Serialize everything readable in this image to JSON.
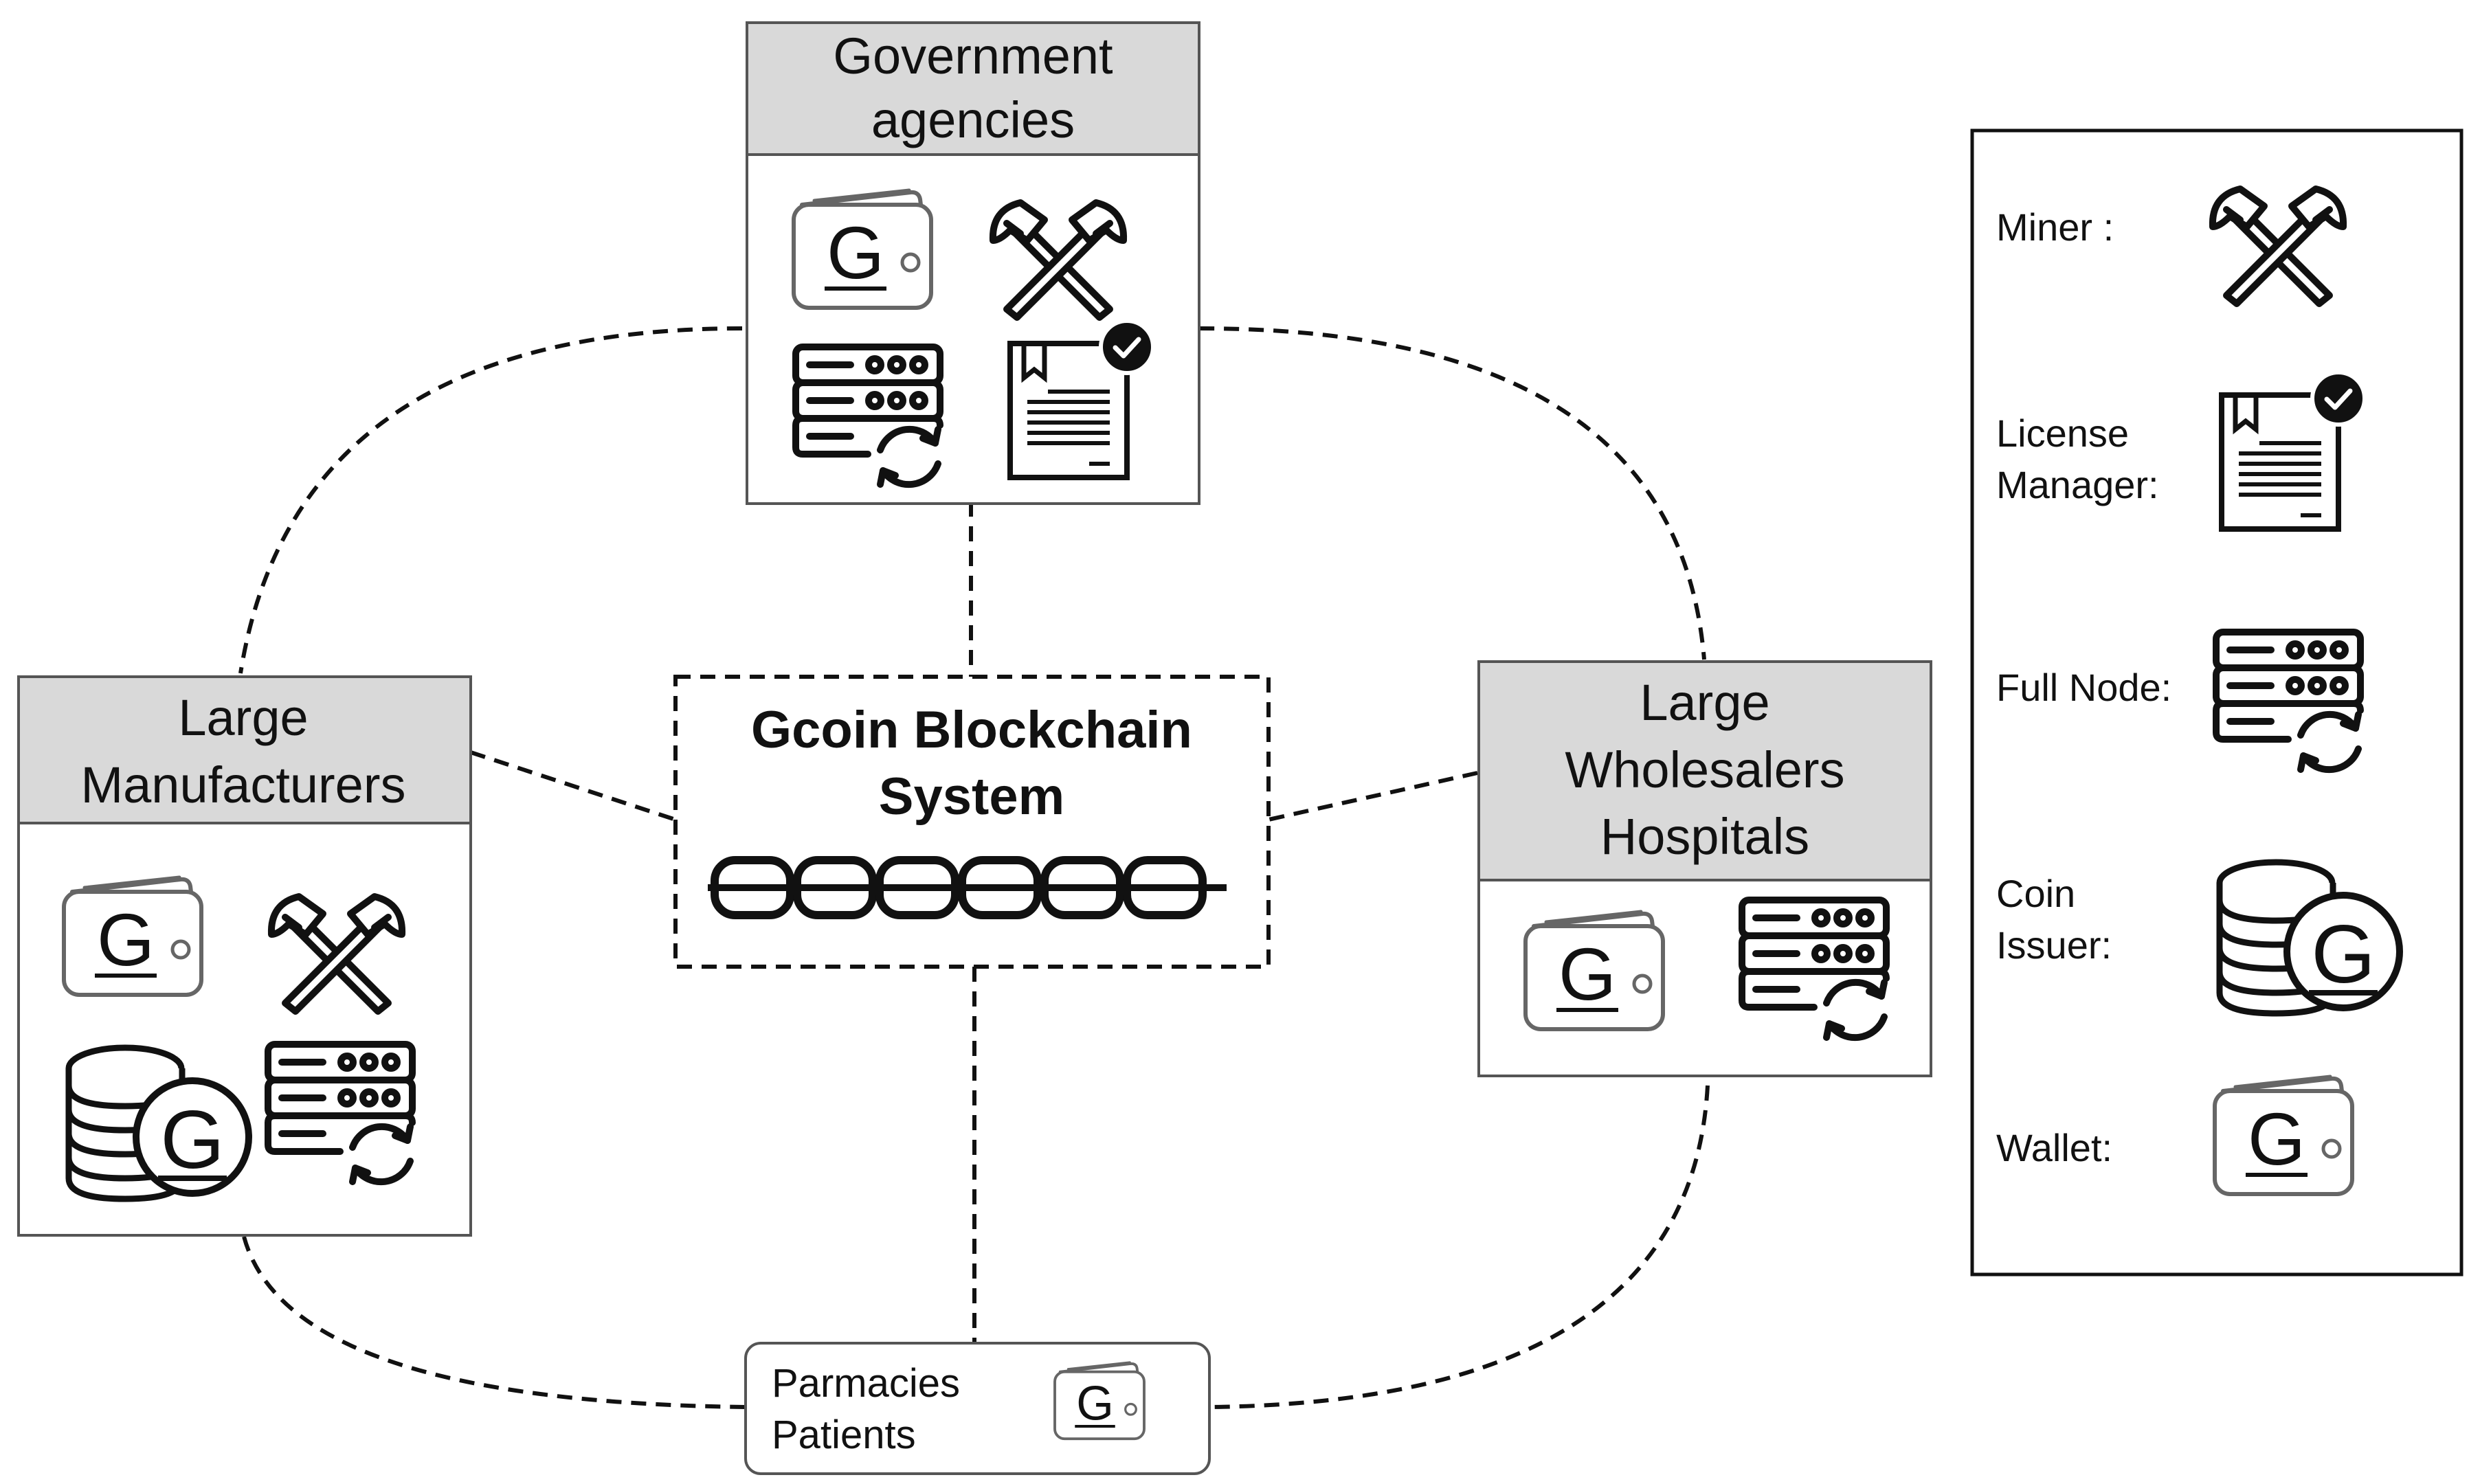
{
  "center": {
    "title_line1": "Gcoin Blockchain",
    "title_line2": "System",
    "chain_icon": "chain-icon"
  },
  "nodes": {
    "government": {
      "line1": "Government",
      "line2": "agencies",
      "icons": [
        "wallet-icon",
        "miner-icon",
        "full-node-icon",
        "license-manager-icon"
      ]
    },
    "manufacturers": {
      "line1": "Large",
      "line2": "Manufacturers",
      "icons": [
        "wallet-icon",
        "miner-icon",
        "coin-issuer-icon",
        "full-node-icon"
      ]
    },
    "wholesalers": {
      "line1": "Large",
      "line2": "Wholesalers",
      "line3": "Hospitals",
      "icons": [
        "wallet-icon",
        "full-node-icon"
      ]
    },
    "pharmacies": {
      "line1": "Parmacies",
      "line2": "Patients",
      "icons": [
        "wallet-icon"
      ]
    }
  },
  "legend": {
    "miner": "Miner :",
    "license_line1": "License",
    "license_line2": "Manager:",
    "full_node": "Full Node:",
    "coin_line1": "Coin",
    "coin_line2": "Issuer:",
    "wallet": "Wallet:"
  },
  "wallet_letter": "G",
  "colors": {
    "header_fill": "#d9d9d9",
    "stroke": "#111111",
    "box_border": "#555555",
    "background": "#ffffff"
  }
}
